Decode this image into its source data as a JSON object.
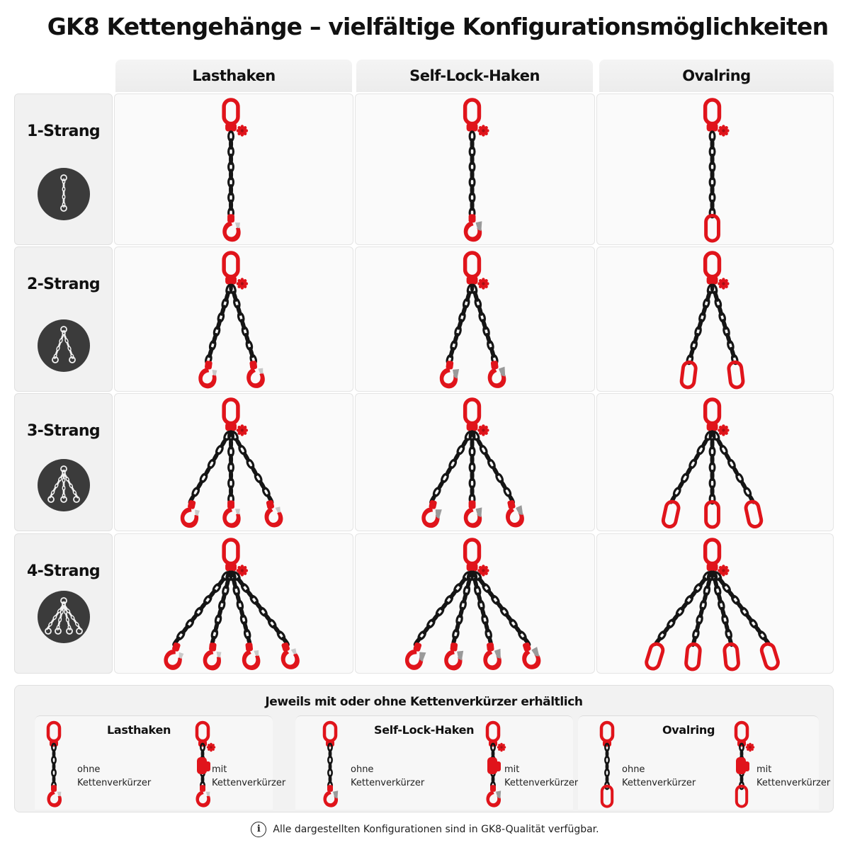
{
  "title": "GK8 Kettengehänge – vielfältige Konfigurationsmöglichkeiten",
  "colors": {
    "accent_red": "#e0141b",
    "chain_black": "#151515",
    "badge_bg": "#3b3b3b"
  },
  "columns": [
    {
      "label": "Lasthaken",
      "end": "hook"
    },
    {
      "label": "Self-Lock-Haken",
      "end": "selflock"
    },
    {
      "label": "Ovalring",
      "end": "ring"
    }
  ],
  "rows": [
    {
      "label": "1-Strang",
      "legs": 1,
      "icon": "single-leg-chain-icon"
    },
    {
      "label": "2-Strang",
      "legs": 2,
      "icon": "two-leg-chain-icon"
    },
    {
      "label": "3-Strang",
      "legs": 3,
      "icon": "three-leg-chain-icon"
    },
    {
      "label": "4-Strang",
      "legs": 4,
      "icon": "four-leg-chain-icon"
    }
  ],
  "shortener_panel": {
    "title": "Jeweils mit oder ohne Kettenverkürzer erhältlich",
    "options": [
      {
        "label": "Lasthaken",
        "end": "hook",
        "without": [
          "ohne",
          "Kettenverkürzer"
        ],
        "with": [
          "mit",
          "Kettenverkürzer"
        ]
      },
      {
        "label": "Self-Lock-Haken",
        "end": "selflock",
        "without": [
          "ohne",
          "Kettenverkürzer"
        ],
        "with": [
          "mit",
          "Kettenverkürzer"
        ]
      },
      {
        "label": "Ovalring",
        "end": "ring",
        "without": [
          "ohne",
          "Kettenverkürzer"
        ],
        "with": [
          "mit",
          "Kettenverkürzer"
        ]
      }
    ]
  },
  "footer": {
    "icon": "info-icon",
    "text": "Alle dargestellten Konfigurationen sind in GK8-Qualität verfügbar."
  }
}
